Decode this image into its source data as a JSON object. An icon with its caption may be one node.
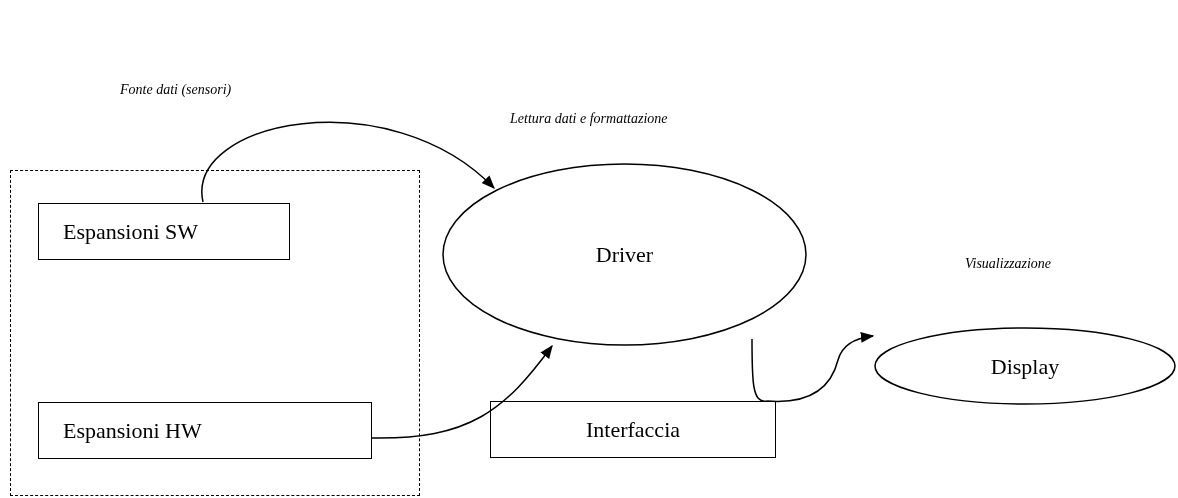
{
  "diagram": {
    "nodes": [
      {
        "text": [],
        "shape": "box"
      },
      {
        "text": [
          "Espansioni SW"
        ],
        "in": 0
      },
      {
        "text": [
          "Espansioni HW"
        ],
        "in": 0
      },
      {
        "text": [
          "Driver"
        ],
        "beside": [
          "Lettura dati e formattazione"
        ]
      },
      {
        "text": [
          "Interfaccia"
        ]
      },
      {
        "text": [
          "Display"
        ]
      }
    ],
    "labels": [
      "Visualizzazione"
    ],
    "edges": [
      {
        "from": 1,
        "to": 3,
        "arrow": "to",
        "label": "Fonte dati (sensori)"
      },
      {
        "from": 2,
        "to": 3,
        "arrow": "to"
      },
      {
        "from": 3,
        "to": 4,
        "arrow": "none"
      },
      {
        "from": 4,
        "to": 5,
        "arrow": "to"
      }
    ]
  }
}
